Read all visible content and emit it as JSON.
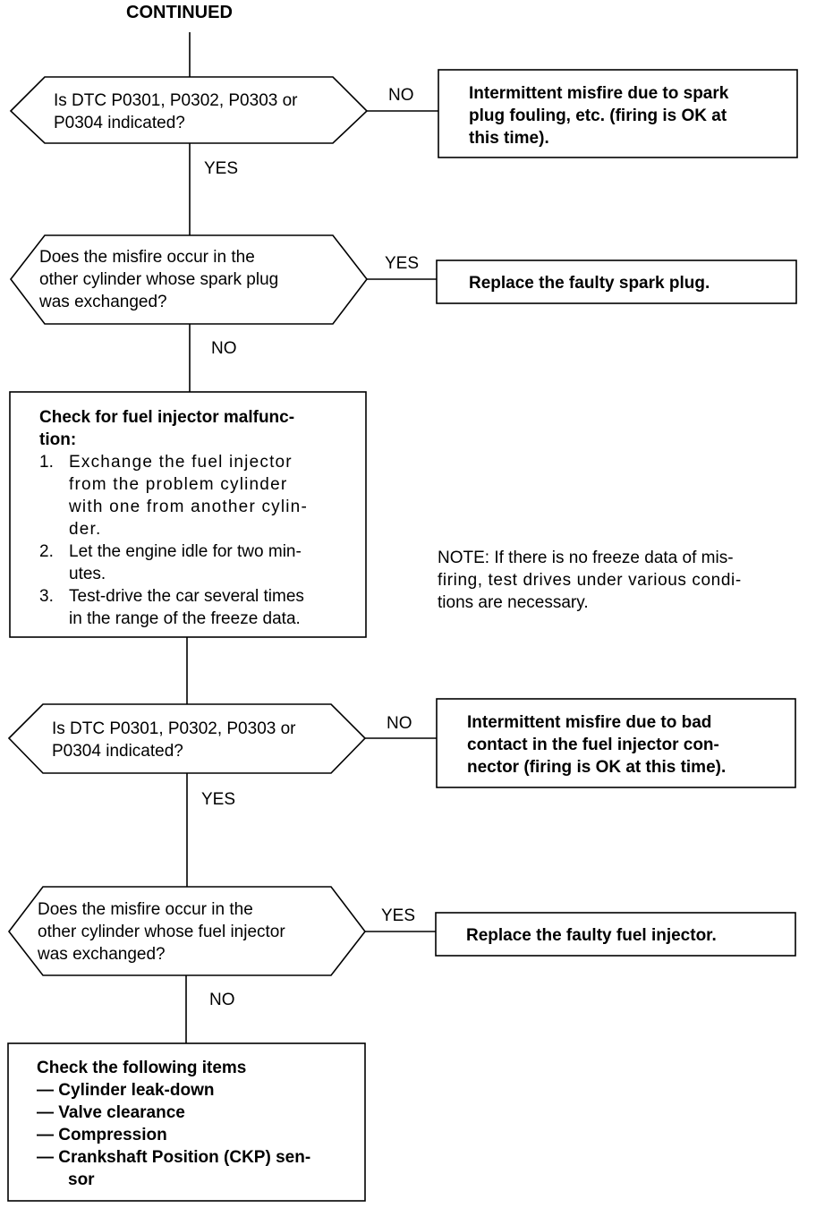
{
  "title": "CONTINUED",
  "decision1": {
    "lines": [
      "Is DTC P0301, P0302, P0303 or",
      "P0304 indicated?"
    ],
    "no_label": "NO",
    "yes_label": "YES"
  },
  "result1": {
    "lines": [
      "Intermittent misfire due to spark",
      "plug fouling, etc. (firing is OK at",
      "this time)."
    ]
  },
  "decision2": {
    "lines": [
      "Does the misfire occur in the",
      "other cylinder whose spark plug",
      "was exchanged?"
    ],
    "yes_label": "YES",
    "no_label": "NO"
  },
  "result2": {
    "text": "Replace the faulty spark plug."
  },
  "process1": {
    "heading": [
      "Check for fuel injector malfunc-",
      "tion:"
    ],
    "steps": [
      [
        "1.",
        "Exchange the fuel injector",
        "from the problem cylinder",
        "with one from another cylin-",
        "der."
      ],
      [
        "2.",
        "Let the engine idle for two min-",
        "utes."
      ],
      [
        "3.",
        "Test-drive the car several times",
        "in the range of the freeze data."
      ]
    ]
  },
  "note": {
    "lines": [
      "NOTE: If there is no freeze data of mis-",
      "firing, test drives under various condi-",
      "tions are necessary."
    ]
  },
  "decision3": {
    "lines": [
      "Is DTC P0301, P0302, P0303 or",
      "P0304 indicated?"
    ],
    "no_label": "NO",
    "yes_label": "YES"
  },
  "result3": {
    "lines": [
      "Intermittent misfire due to bad",
      "contact in the fuel injector con-",
      "nector (firing is OK at this time)."
    ]
  },
  "decision4": {
    "lines": [
      "Does the misfire occur in the",
      "other cylinder whose fuel injector",
      "was exchanged?"
    ],
    "yes_label": "YES",
    "no_label": "NO"
  },
  "result4": {
    "text": "Replace the faulty fuel injector."
  },
  "process2": {
    "heading": "Check the following items",
    "items": [
      "— Cylinder leak-down",
      "— Valve clearance",
      "— Compression",
      "— Crankshaft Position (CKP) sen-",
      "sor"
    ]
  }
}
